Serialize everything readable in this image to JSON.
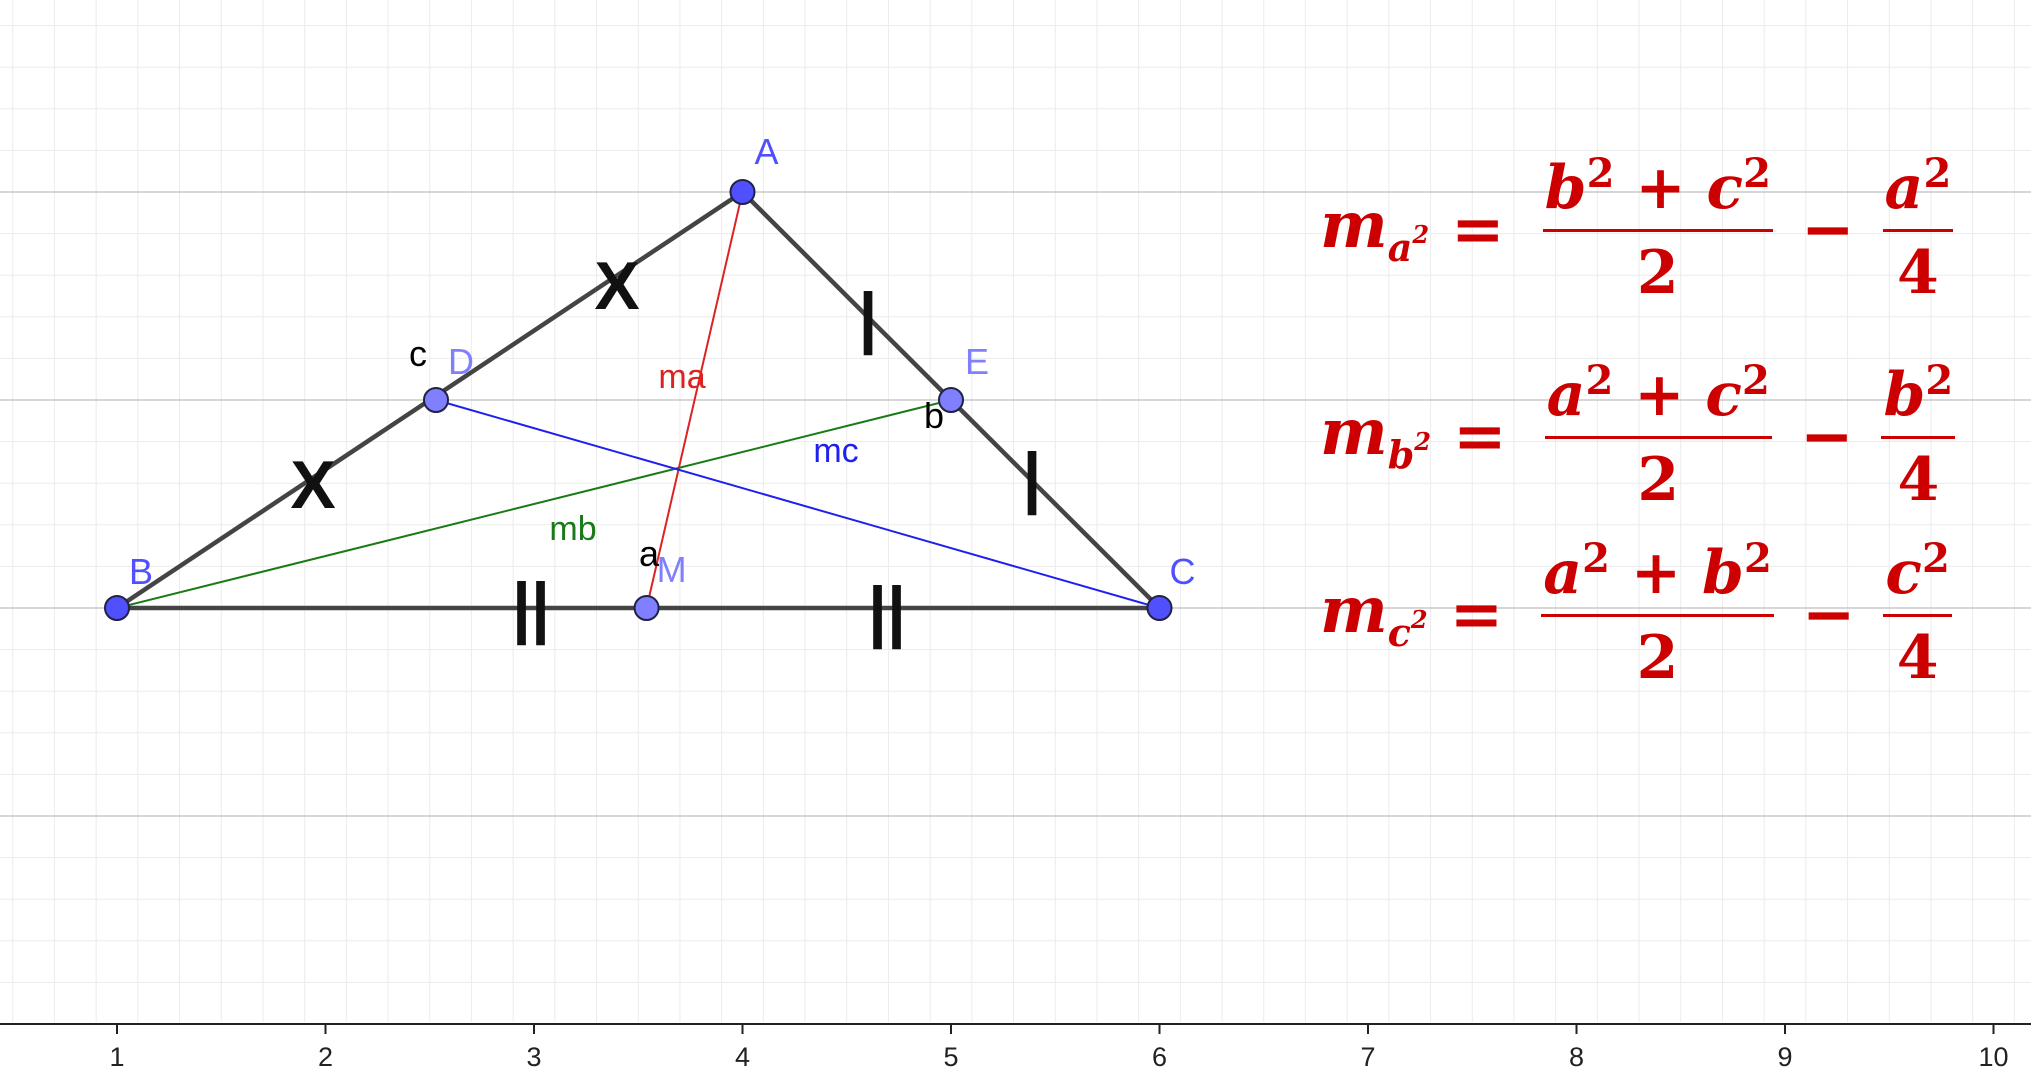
{
  "axis": {
    "x_ticks": [
      "1",
      "2",
      "3",
      "4",
      "5",
      "6",
      "7",
      "8",
      "9",
      "10"
    ]
  },
  "points": [
    {
      "id": "A",
      "label": "A",
      "x": 4,
      "y": 5.0,
      "color": "#5050ff"
    },
    {
      "id": "B",
      "label": "B",
      "x": 1,
      "y": 3.0,
      "color": "#5050ff"
    },
    {
      "id": "C",
      "label": "C",
      "x": 6,
      "y": 3.0,
      "color": "#5050ff"
    },
    {
      "id": "D",
      "label": "D",
      "x": 2.53,
      "y": 4.0,
      "color": "#8080ff"
    },
    {
      "id": "E",
      "label": "E",
      "x": 5.0,
      "y": 4.0,
      "color": "#8080ff"
    },
    {
      "id": "M",
      "label": "M",
      "x": 3.54,
      "y": 3.0,
      "color": "#8080ff"
    }
  ],
  "side_labels": {
    "a": "a",
    "b": "b",
    "c": "c"
  },
  "medians": {
    "ma": {
      "label": "ma",
      "color": "#dd2222"
    },
    "mb": {
      "label": "mb",
      "color": "#1a7a1a"
    },
    "mc": {
      "label": "mc",
      "color": "#2020ee"
    }
  },
  "tick_marks": {
    "single": "|",
    "double": "||",
    "cross": "X"
  },
  "formulas": [
    {
      "m": "m",
      "sub": "a",
      "num_1": "b",
      "num_2": "c",
      "den": "2",
      "rhs_var": "a",
      "rhs_den": "4"
    },
    {
      "m": "m",
      "sub": "b",
      "num_1": "a",
      "num_2": "c",
      "den": "2",
      "rhs_var": "b",
      "rhs_den": "4"
    },
    {
      "m": "m",
      "sub": "c",
      "num_1": "a",
      "num_2": "b",
      "den": "2",
      "rhs_var": "c",
      "rhs_den": "4"
    }
  ],
  "formula_symbols": {
    "exp": "2",
    "eq": "=",
    "plus": "+",
    "minus": "−"
  },
  "colors": {
    "triangle": "#444444",
    "formula": "#cc0000",
    "grid_major": "#c8c8c8",
    "grid_minor": "#ececec"
  }
}
